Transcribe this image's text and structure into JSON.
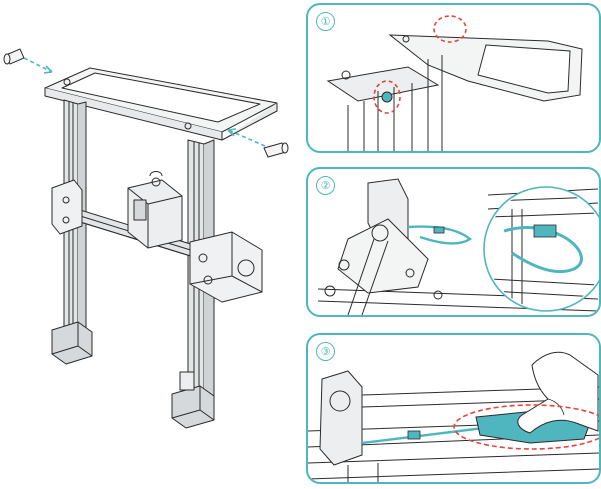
{
  "steps": [
    {
      "number": "①"
    },
    {
      "number": "②"
    },
    {
      "number": "③"
    }
  ],
  "colors": {
    "accent": "#4fb6bf",
    "highlight": "#e0483b",
    "line": "#2b2b2b",
    "metal": "#d9dcdd"
  },
  "icons": {
    "screw": "screw-icon",
    "arrow": "dashed-arrow-icon",
    "cable": "cable-icon",
    "hand": "hand-icon",
    "magnifier": "zoom-circle-icon"
  }
}
